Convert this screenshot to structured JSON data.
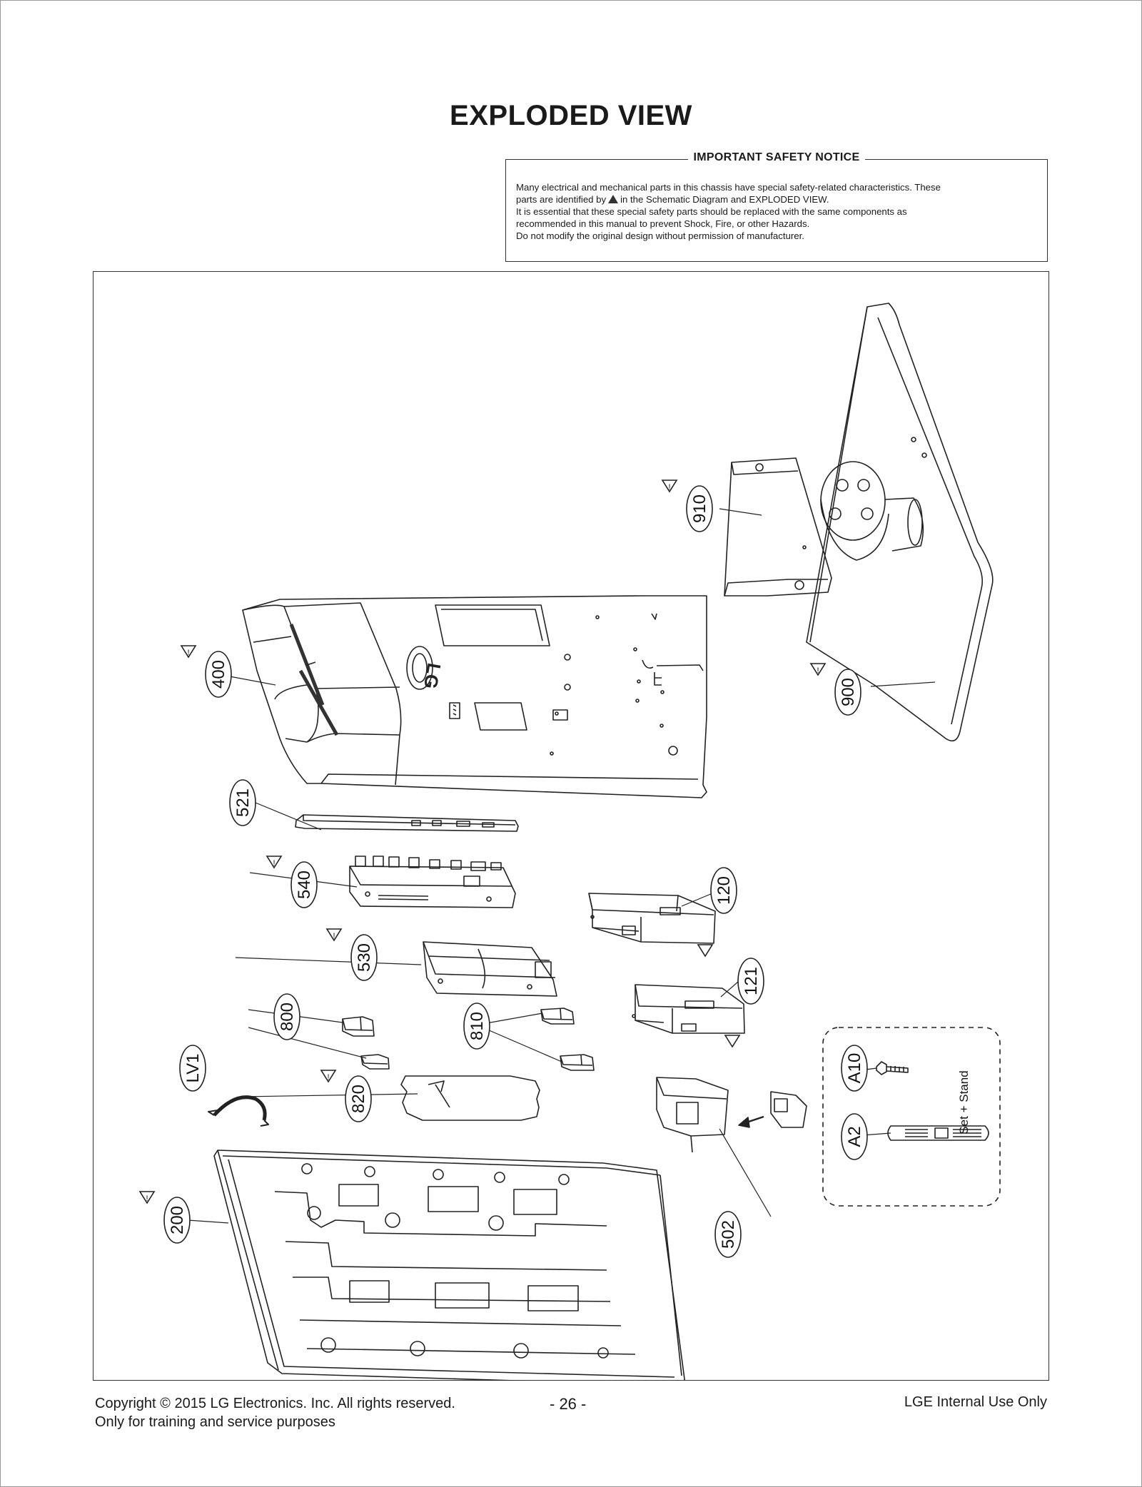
{
  "page": {
    "title": "EXPLODED VIEW"
  },
  "notice": {
    "heading": "IMPORTANT SAFETY NOTICE",
    "line1": "Many electrical and mechanical parts in this chassis have special safety-related characteristics. These",
    "line2_pre": "parts are identified by",
    "line2_post": "in the Schematic Diagram and EXPLODED VIEW.",
    "line3": "It is essential that these special safety parts should be replaced with the same components as",
    "line4": "recommended in this manual to prevent Shock, Fire, or other Hazards.",
    "line5": "Do not modify the original design without permission of manufacturer."
  },
  "parts": {
    "p910": "910",
    "p400": "400",
    "p900": "900",
    "p521": "521",
    "p540": "540",
    "p120": "120",
    "p530": "530",
    "p121": "121",
    "p800": "800",
    "p810": "810",
    "pLV1": "LV1",
    "p820": "820",
    "pA10": "A10",
    "pA2": "A2",
    "p200": "200",
    "p502": "502"
  },
  "accessory_box": {
    "label": "Set + Stand"
  },
  "embossed": {
    "logo": "LG"
  },
  "footer": {
    "copyright": "Copyright  © 2015  LG Electronics. Inc. All rights reserved.",
    "training": "Only for training and service purposes",
    "page_number": "- 26 -",
    "internal": "LGE Internal Use Only"
  }
}
